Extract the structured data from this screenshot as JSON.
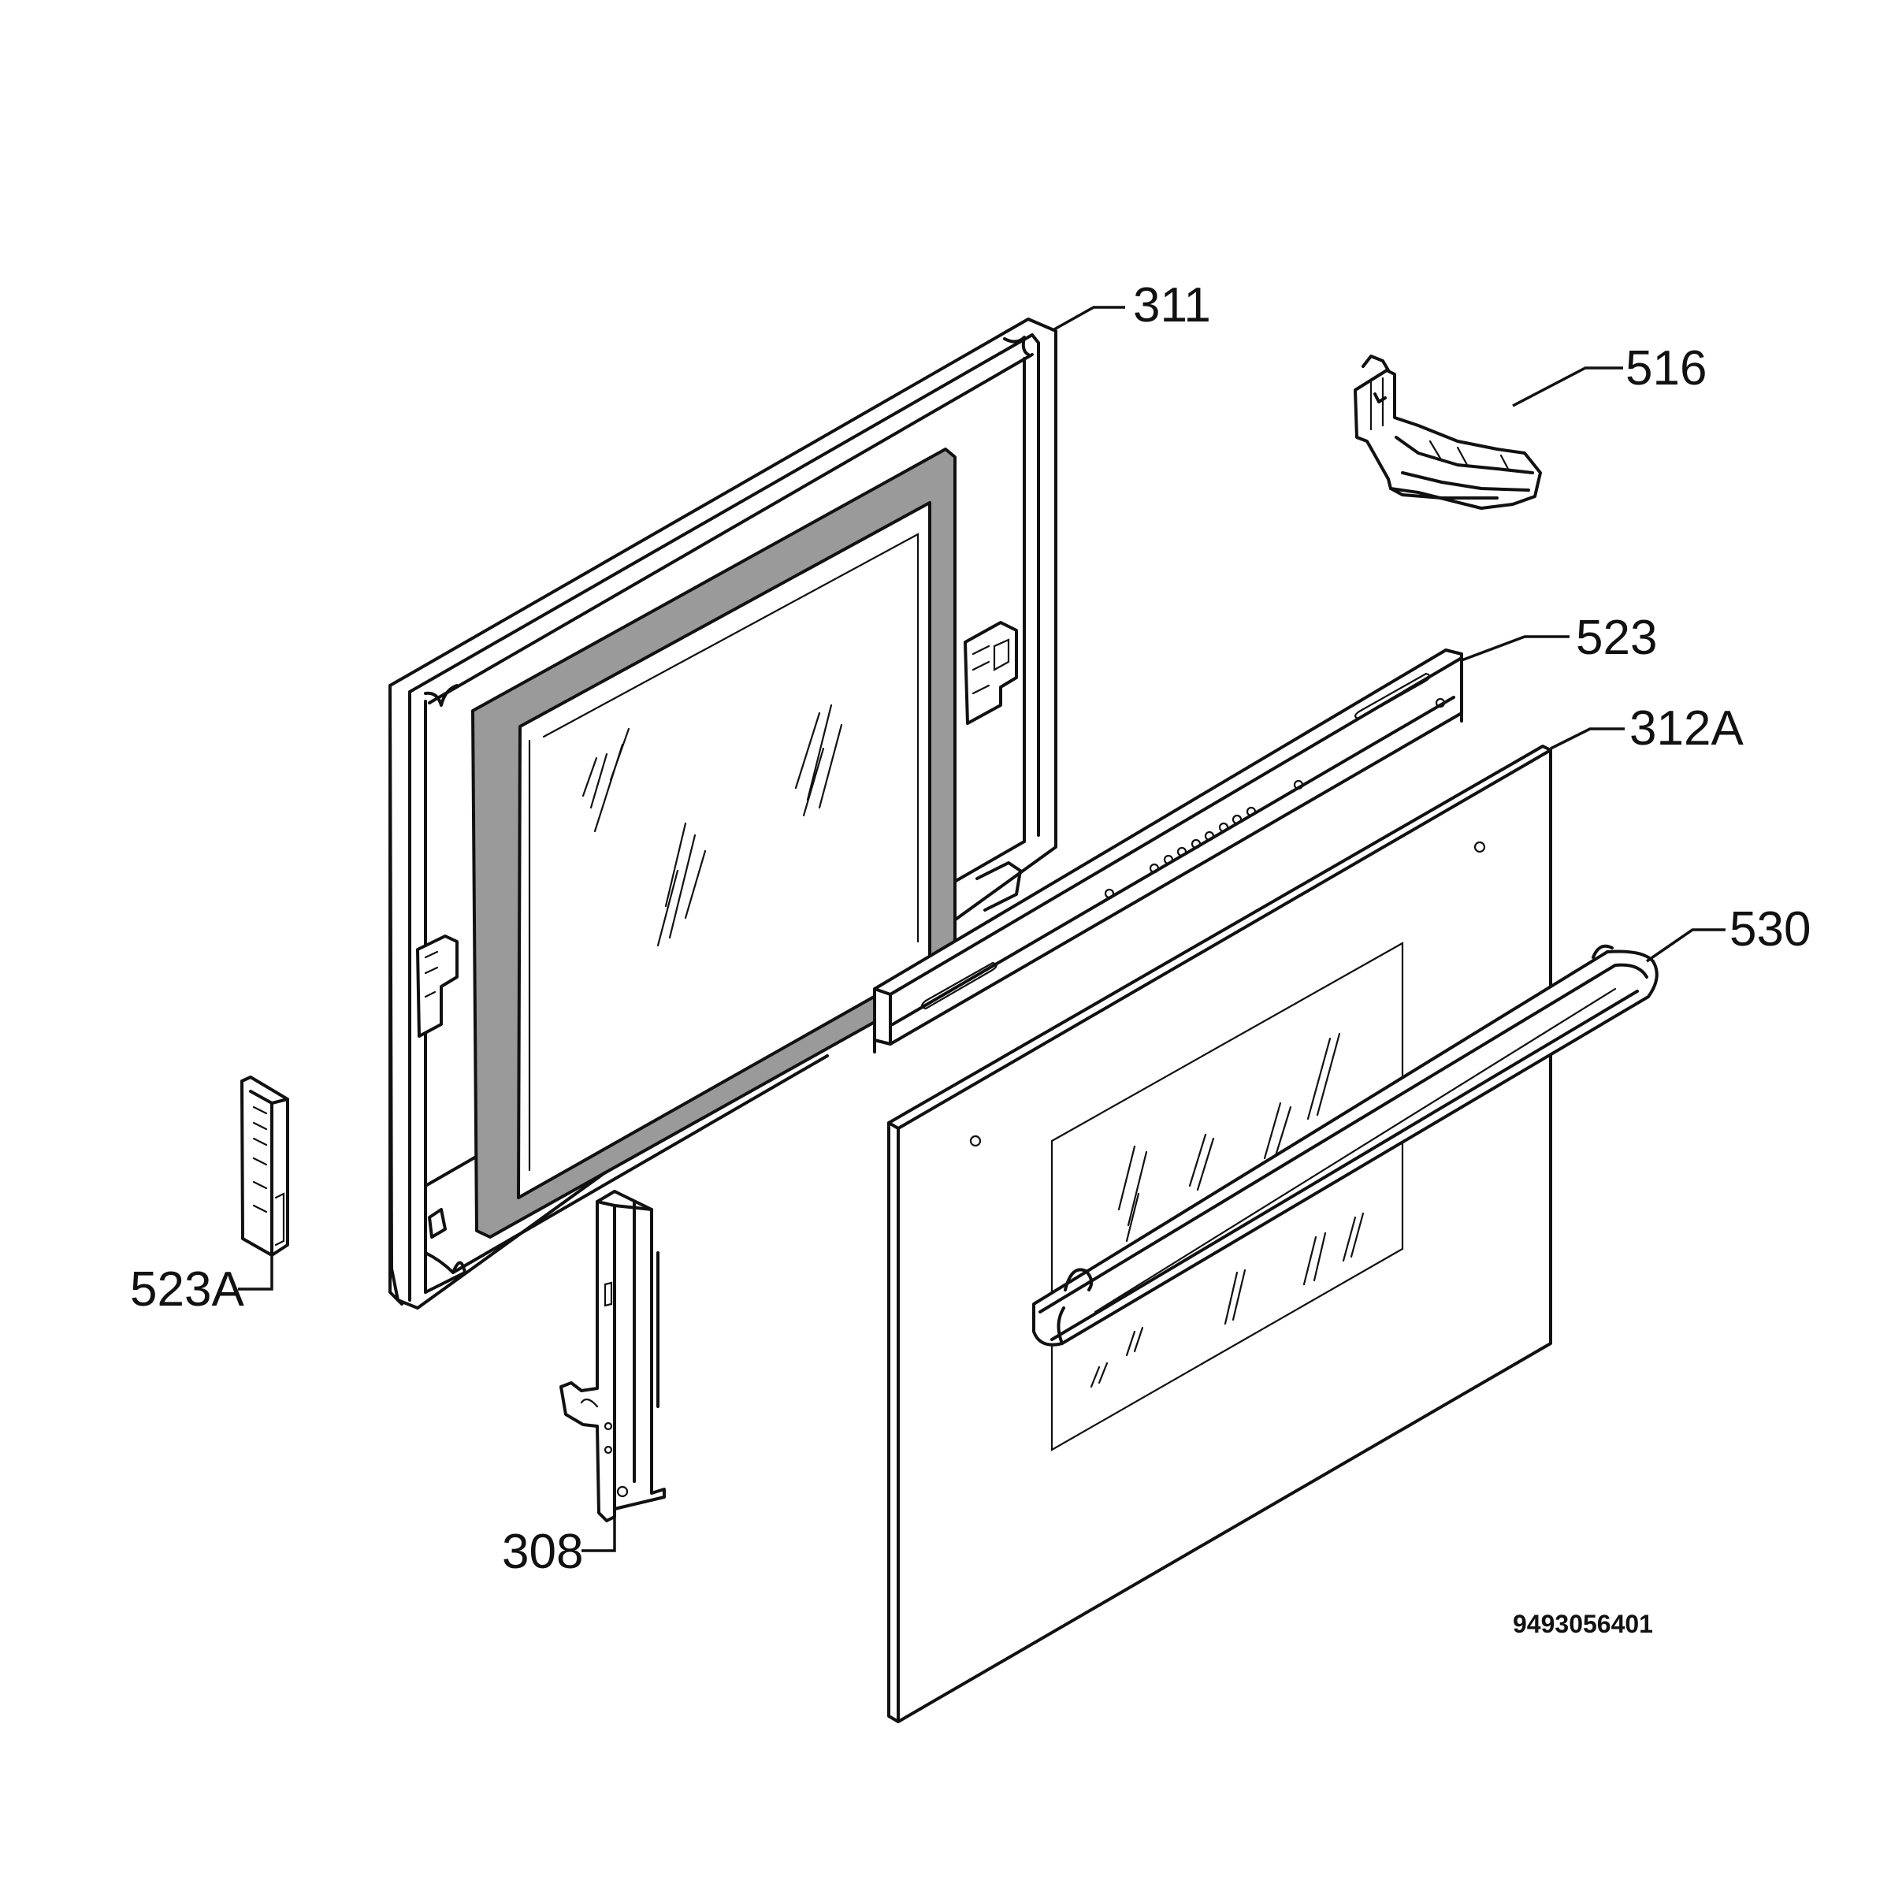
{
  "diagram": {
    "reference_code": "9493056401",
    "callouts": [
      {
        "id": "311",
        "text": "311"
      },
      {
        "id": "516",
        "text": "516"
      },
      {
        "id": "523",
        "text": "523"
      },
      {
        "id": "312A",
        "text": "312A"
      },
      {
        "id": "530",
        "text": "530"
      },
      {
        "id": "523A",
        "text": "523A"
      },
      {
        "id": "308",
        "text": "308"
      }
    ]
  }
}
